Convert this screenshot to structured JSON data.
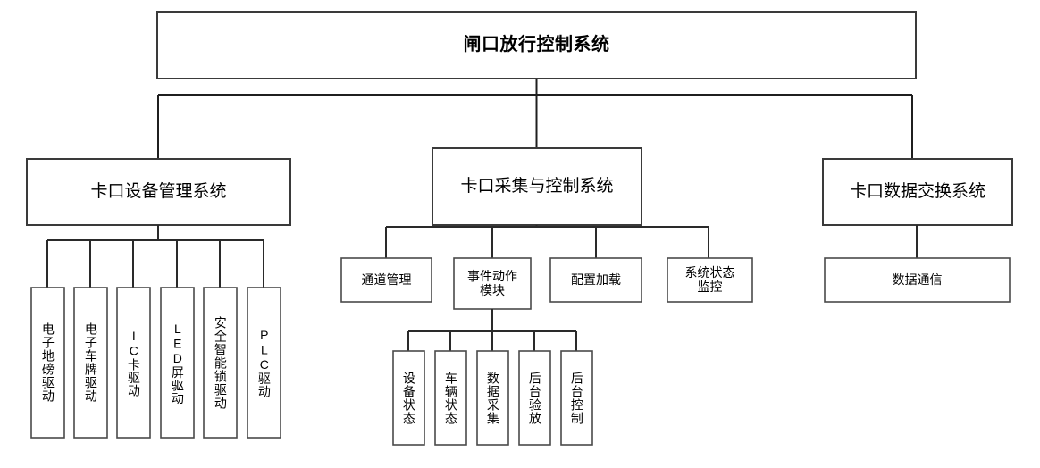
{
  "diagram": {
    "type": "org-chart",
    "title": "闸口放行控制系统",
    "orientation": "top-down",
    "colors": {
      "background": "#ffffff",
      "box_fill": "#ffffff",
      "box_stroke": "#3a3a3a",
      "connector": "#1f1f1f",
      "text": "#000000"
    },
    "root": {
      "label": "闸口放行控制系统"
    },
    "level2": [
      {
        "id": "device-management",
        "label": "卡口设备管理系统"
      },
      {
        "id": "collection-control",
        "label": "卡口采集与控制系统"
      },
      {
        "id": "data-exchange",
        "label": "卡口数据交换系统"
      }
    ],
    "device_management_children": [
      {
        "id": "weighbridge-driver",
        "label": "电子地磅驱动"
      },
      {
        "id": "eplate-driver",
        "label": "电子车牌驱动"
      },
      {
        "id": "ic-card-driver",
        "label": "IC卡驱动"
      },
      {
        "id": "led-screen-driver",
        "label": "LED屏驱动"
      },
      {
        "id": "smart-lock-driver",
        "label": "安全智能锁驱动"
      },
      {
        "id": "plc-driver",
        "label": "PLC驱动"
      }
    ],
    "collection_control_children": [
      {
        "id": "lane-management",
        "label": "通道管理"
      },
      {
        "id": "event-action-module",
        "label": "事件动作\n模块"
      },
      {
        "id": "config-loading",
        "label": "配置加载"
      },
      {
        "id": "system-status-monitor",
        "label": "系统状态\n监控"
      }
    ],
    "event_action_children": [
      {
        "id": "device-status",
        "label": "设备状态"
      },
      {
        "id": "vehicle-status",
        "label": "车辆状态"
      },
      {
        "id": "data-collection",
        "label": "数据采集"
      },
      {
        "id": "backend-verify-release",
        "label": "后台验放"
      },
      {
        "id": "backend-control",
        "label": "后台控制"
      }
    ],
    "data_exchange_children": [
      {
        "id": "data-communication",
        "label": "数据通信"
      }
    ]
  }
}
